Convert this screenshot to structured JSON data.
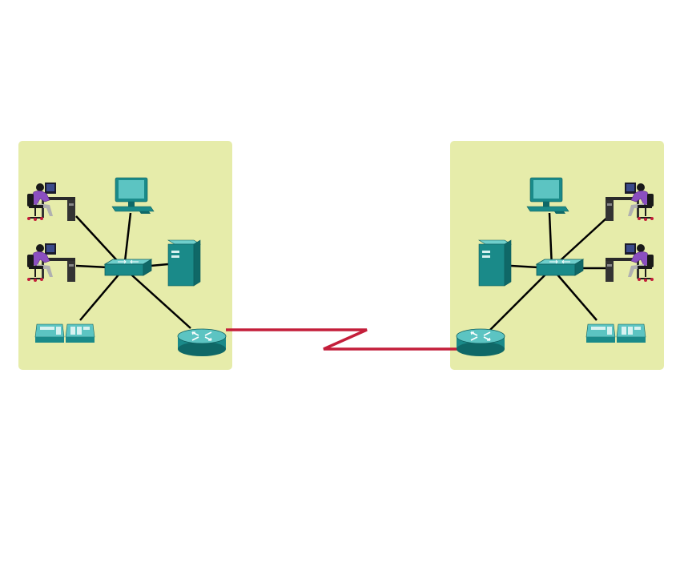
{
  "diagram": {
    "sites": [
      {
        "id": "site-left",
        "devices": [
          "workstation-user",
          "workstation-user",
          "desktop-pc",
          "switch",
          "server",
          "ip-phone",
          "router"
        ]
      },
      {
        "id": "site-right",
        "devices": [
          "desktop-pc",
          "workstation-user",
          "server",
          "switch",
          "workstation-user",
          "router",
          "ip-phone"
        ]
      }
    ],
    "wan_link": {
      "type": "serial",
      "color": "#c41e3a"
    },
    "colors": {
      "background": "#ffffff",
      "site_fill": "#e6ecaa",
      "device_teal": "#1a8a89",
      "device_teal_light": "#5cc4c2",
      "device_teal_dark": "#0d5e5d",
      "link_black": "#000000",
      "person_purple": "#8b4fc0"
    }
  }
}
